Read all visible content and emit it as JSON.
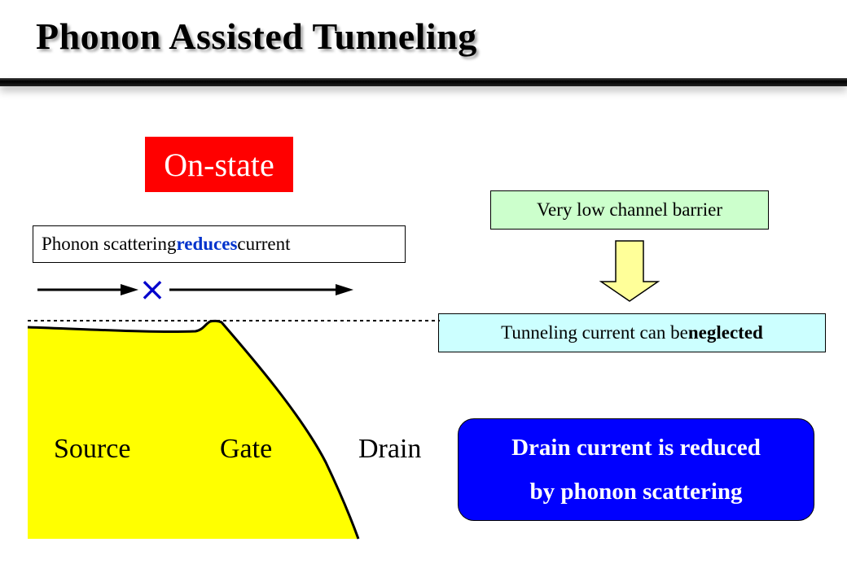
{
  "title": "Phonon Assisted Tunneling",
  "state_label": "On-state",
  "phonon_note": {
    "pre": "Phonon scattering ",
    "keyword": "reduces",
    "post": " current"
  },
  "barrier_note": "Very low channel barrier",
  "tunnel_note": {
    "pre": "Tunneling current can be ",
    "keyword": "neglected"
  },
  "regions": {
    "source": "Source",
    "gate": "Gate",
    "drain": "Drain"
  },
  "scatter_mark": "×",
  "result": {
    "line1": "Drain current is reduced",
    "line2": "by phonon scattering"
  },
  "colors": {
    "band_fill": "#ffff00",
    "state_bg": "#ff0000",
    "barrier_bg": "#ccffcc",
    "tunnel_bg": "#ccffff",
    "result_bg": "#0000ff",
    "arrow_fill": "#ffff99",
    "keyword_blue": "#0033cc"
  }
}
